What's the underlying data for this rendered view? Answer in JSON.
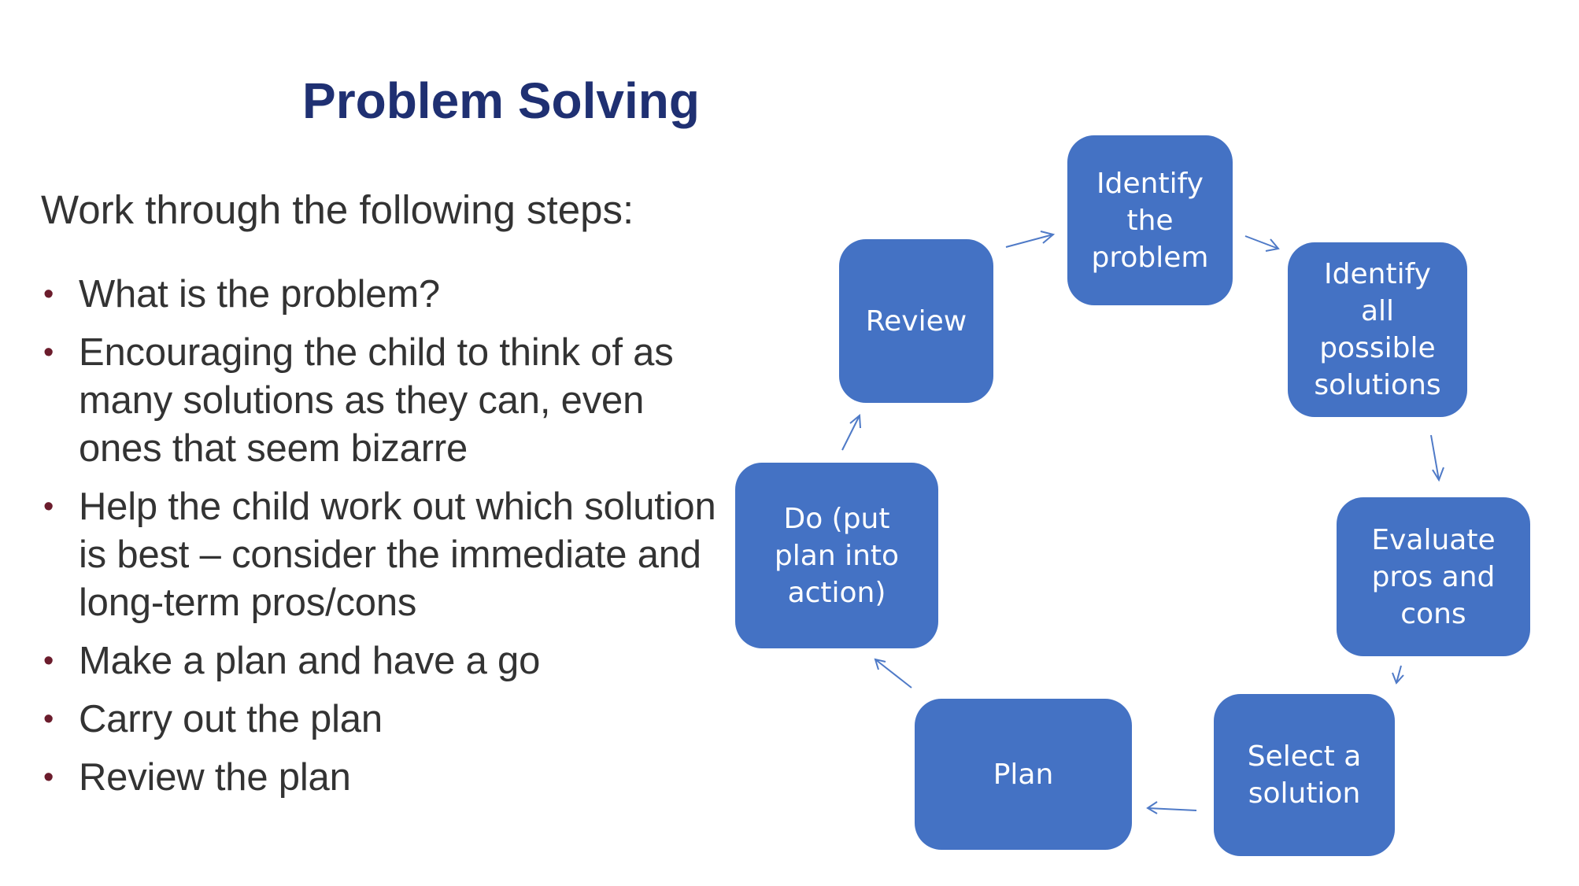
{
  "slide": {
    "title": "Problem Solving",
    "intro": "Work through the following steps:",
    "bullets": [
      "What is the problem?",
      "Encouraging the child to think of as many solutions as they can, even ones that seem bizarre",
      "Help the child work out which solution is best – consider the immediate and long-term pros/cons",
      "Make a plan and have a go",
      "Carry out the plan",
      "Review the plan"
    ],
    "bullet_marker": "•"
  },
  "cycle": {
    "nodes": [
      {
        "id": "identify-problem",
        "label": "Identify\nthe\nproblem"
      },
      {
        "id": "identify-solutions",
        "label": "Identify\nall\npossible\nsolutions"
      },
      {
        "id": "evaluate",
        "label": "Evaluate\npros and\ncons"
      },
      {
        "id": "select",
        "label": "Select a\nsolution"
      },
      {
        "id": "plan",
        "label": "Plan"
      },
      {
        "id": "do",
        "label": "Do (put\nplan into\naction)"
      },
      {
        "id": "review",
        "label": "Review"
      }
    ],
    "colors": {
      "node_fill": "#4472c4",
      "node_text": "#ffffff",
      "arrow": "#4f7ac7",
      "title": "#1f3072",
      "body_text": "#333333",
      "bullet": "#6b1c2c"
    }
  }
}
